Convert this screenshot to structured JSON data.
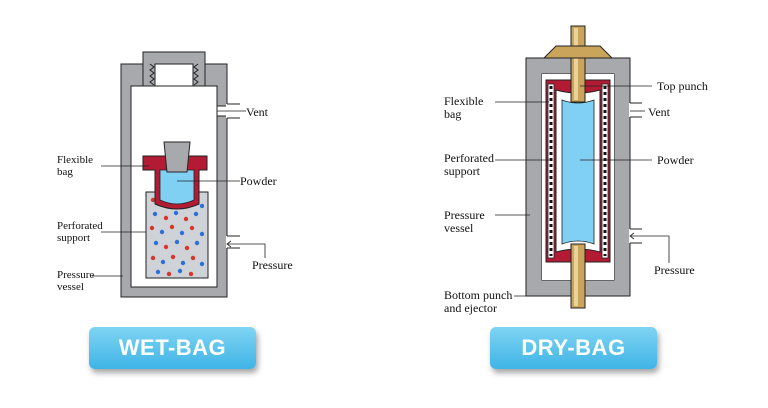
{
  "colors": {
    "vessel": "#a7a9ac",
    "bag": "#b31b34",
    "powder": "#7fd0f2",
    "punch": "#caa45a",
    "button": "#4cbbe9"
  },
  "wet_bag": {
    "labels": {
      "vent": "Vent",
      "flexible_bag_1": "Flexible",
      "flexible_bag_2": "bag",
      "powder": "Powder",
      "perforated_support_1": "Perforated",
      "perforated_support_2": "support",
      "pressure": "Pressure",
      "pressure_vessel_1": "Pressure",
      "pressure_vessel_2": "vessel"
    },
    "button": "WET-BAG"
  },
  "dry_bag": {
    "labels": {
      "top_punch": "Top punch",
      "flexible_bag_1": "Flexible",
      "flexible_bag_2": "bag",
      "vent": "Vent",
      "perforated_support_1": "Perforated",
      "perforated_support_2": "support",
      "powder": "Powder",
      "pressure_vessel_1": "Pressure",
      "pressure_vessel_2": "vessel",
      "pressure": "Pressure",
      "bottom_punch_1": "Bottom punch",
      "bottom_punch_2": "and ejector"
    },
    "button": "DRY-BAG"
  }
}
